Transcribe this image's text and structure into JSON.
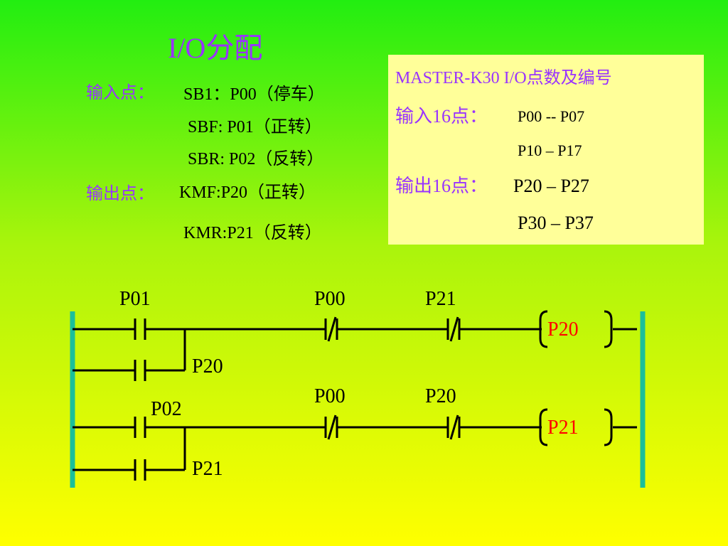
{
  "title": "I/O分配",
  "inputs": {
    "heading": "输入点：",
    "items": [
      "SB1：P00（停车）",
      "SBF: P01（正转）",
      "SBR: P02（反转）"
    ]
  },
  "outputs": {
    "heading": "输出点：",
    "items": [
      "KMF:P20（正转）",
      "KMR:P21（反转）"
    ]
  },
  "spec": {
    "title": "MASTER-K30 I/O点数及编号",
    "input_label": "输入16点：",
    "input_ranges": [
      "P00 -- P07",
      "P10 – P17"
    ],
    "output_label": "输出16点：",
    "output_ranges": [
      "P20 – P27",
      "P30 – P37"
    ]
  },
  "ladder": {
    "rung1": {
      "contacts": [
        "P01",
        "P00",
        "P21"
      ],
      "parallel_contact": "P20",
      "coil": "P20"
    },
    "rung2": {
      "contacts": [
        "P02",
        "P00",
        "P20"
      ],
      "parallel_contact": "P21",
      "coil": "P21"
    }
  },
  "colors": {
    "background_top": "#22ee11",
    "background_bottom": "#ffff00",
    "heading_text": "#9933ff",
    "coil_label": "#ff0000",
    "power_rail": "#1bbf9a",
    "spec_box": "#ffff99"
  }
}
